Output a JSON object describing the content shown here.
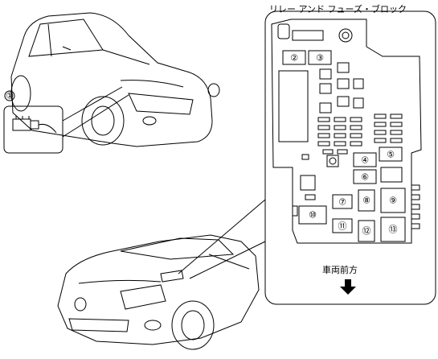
{
  "title": "リレー アンド フューズ・ブロック",
  "forward_label": "車両前方",
  "callouts": {
    "c1": "①",
    "c2": "②",
    "c3": "③",
    "c4": "④",
    "c5": "⑤",
    "c6": "⑥",
    "c7": "⑦",
    "c8": "⑧",
    "c9": "⑨",
    "c10": "⑩",
    "c11": "⑪",
    "c12": "⑫",
    "c13": "⑬"
  }
}
